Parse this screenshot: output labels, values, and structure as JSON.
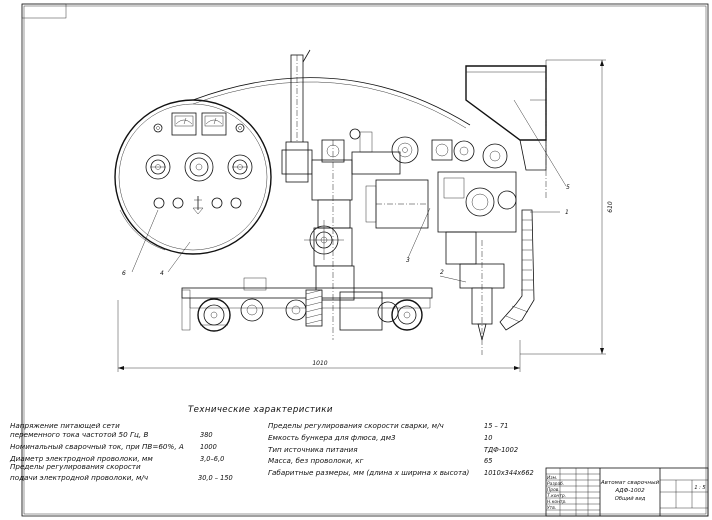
{
  "drawing": {
    "overall_width": "1010",
    "overall_height": "610",
    "callouts": [
      "1",
      "2",
      "3",
      "4",
      "5",
      "6"
    ]
  },
  "specs": {
    "title": "Технические характеристики",
    "left": [
      {
        "label": "Напряжение питающей сети",
        "value": ""
      },
      {
        "label": "переменного тока частотой 50 Гц, В",
        "value": "380"
      },
      {
        "label": "Номинальный сварочный ток, при ПВ=60%, А",
        "value": "1000"
      },
      {
        "label": "Диаметр электродной проволоки, мм",
        "value": "3,0–6,0"
      },
      {
        "label": "Пределы регулирования скорости",
        "value": ""
      },
      {
        "label": "подачи электродной проволоки, м/ч",
        "value": "30,0 – 150"
      }
    ],
    "right": [
      {
        "label": "Пределы регулирования скорости сварки, м/ч",
        "value": "15 – 71"
      },
      {
        "label": "Емкость бункера для флюса, дм3",
        "value": "10"
      },
      {
        "label": "Тип источника питания",
        "value": "ТДФ-1002"
      },
      {
        "label": "Масса, без проволоки, кг",
        "value": "65"
      },
      {
        "label": "Габаритные размеры, мм (длина x ширина x высота)",
        "value": "1010х344х662"
      }
    ]
  },
  "title_block": {
    "name_line1": "Автомат сварочный",
    "name_line2": "АДФ-1002",
    "name_line3": "Общий вид",
    "scale": "1 : 5",
    "rows": [
      "Изм.",
      "Разраб.",
      "Пров.",
      "Т.контр.",
      "Н.контр.",
      "Утв."
    ]
  }
}
